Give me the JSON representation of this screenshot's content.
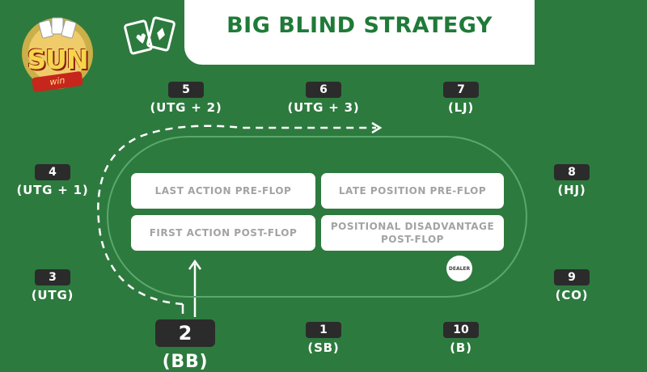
{
  "header": {
    "title": "BIG BLIND STRATEGY"
  },
  "logo": {
    "name": "SUN",
    "ribbon": "win",
    "icon": "sunwin-logo"
  },
  "icons": {
    "cards": "playing-cards-icon"
  },
  "seats": [
    {
      "num": "5",
      "label": "(UTG + 2)"
    },
    {
      "num": "6",
      "label": "(UTG + 3)"
    },
    {
      "num": "7",
      "label": "(LJ)"
    },
    {
      "num": "4",
      "label": "(UTG + 1)"
    },
    {
      "num": "8",
      "label": "(HJ)"
    },
    {
      "num": "3",
      "label": "(UTG)"
    },
    {
      "num": "9",
      "label": "(CO)"
    },
    {
      "num": "2",
      "label": "(BB)"
    },
    {
      "num": "1",
      "label": "(SB)"
    },
    {
      "num": "10",
      "label": "(B)"
    }
  ],
  "cards": [
    "LAST ACTION PRE-FLOP",
    "LATE POSITION PRE-FLOP",
    "FIRST ACTION POST-FLOP",
    "POSITIONAL DISADVANTAGE POST-FLOP"
  ],
  "dealer": "DEALER",
  "colors": {
    "background": "#2d7a3e",
    "title": "#1f7a38",
    "card_text": "#a3a3a3",
    "seat_badge": "#2b2b2b"
  }
}
